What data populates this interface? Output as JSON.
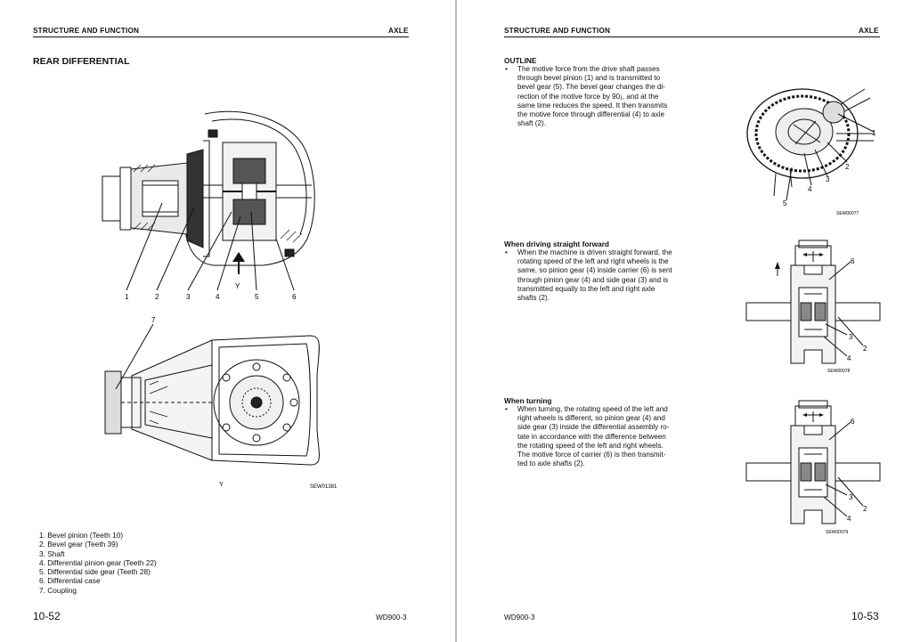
{
  "left": {
    "header_left": "STRUCTURE AND FUNCTION",
    "header_right": "AXLE",
    "title": "REAR DIFFERENTIAL",
    "figure_upper": {
      "callouts": [
        "1",
        "2",
        "3",
        "4",
        "5",
        "6"
      ],
      "view_mark": "Y"
    },
    "figure_lower": {
      "callout": "7",
      "view_mark": "Y",
      "code": "SEW01381"
    },
    "parts": [
      "1. Bevel pinion (Teeth 10)",
      "2. Bevel gear (Teeth 39)",
      "3. Shaft",
      "4. Differential pinion gear (Teeth 22)",
      "5. Differential side gear (Teeth 28)",
      "6. Differential case",
      "7. Coupling"
    ],
    "page_number": "10-52",
    "model": "WD900-3"
  },
  "right": {
    "header_left": "STRUCTURE AND FUNCTION",
    "header_right": "AXLE",
    "outline": {
      "heading": "OUTLINE",
      "bullet": "•",
      "lines": [
        "The motive force from the drive shaft passes",
        "through bevel pinion (1) and is transmitted to",
        "bevel gear (5). The bevel gear changes the di-",
        "rection of the motive force by 90¡, and at the",
        "same time reduces the speed. It then transmits",
        "the motive force through differential (4) to axle",
        "shaft (2)."
      ],
      "figure": {
        "callouts": [
          "1",
          "2",
          "3",
          "4",
          "5"
        ],
        "code": "SEW00077"
      }
    },
    "straight": {
      "heading": "When driving straight forward",
      "bullet": "•",
      "lines": [
        "When the machine is driven straight forward, the",
        "rotating speed of the left and right wheels is the",
        "same, so pinion gear (4) inside carrier (6) is sent",
        "through pinion gear (4) and side gear (3) and is",
        "transmitted equally to the left and right axle",
        "shafts (2)."
      ],
      "figure": {
        "callouts": [
          "6",
          "3",
          "2",
          "4"
        ],
        "code": "SEW00078"
      }
    },
    "turning": {
      "heading": "When turning",
      "bullet": "•",
      "lines": [
        "When turning, the rotating speed of the left and",
        "right wheels is different, so pinion gear (4) and",
        "side gear (3) inside the differential assembly ro-",
        "tate in accordance with the difference between",
        "the rotating speed of the left and right wheels.",
        "The motive force of carrier (6) is then transmit-",
        "ted to axle shafts (2)."
      ],
      "figure": {
        "callouts": [
          "6",
          "3",
          "2",
          "4"
        ],
        "code": "SEW00079"
      }
    },
    "page_number": "10-53",
    "model": "WD900-3"
  }
}
